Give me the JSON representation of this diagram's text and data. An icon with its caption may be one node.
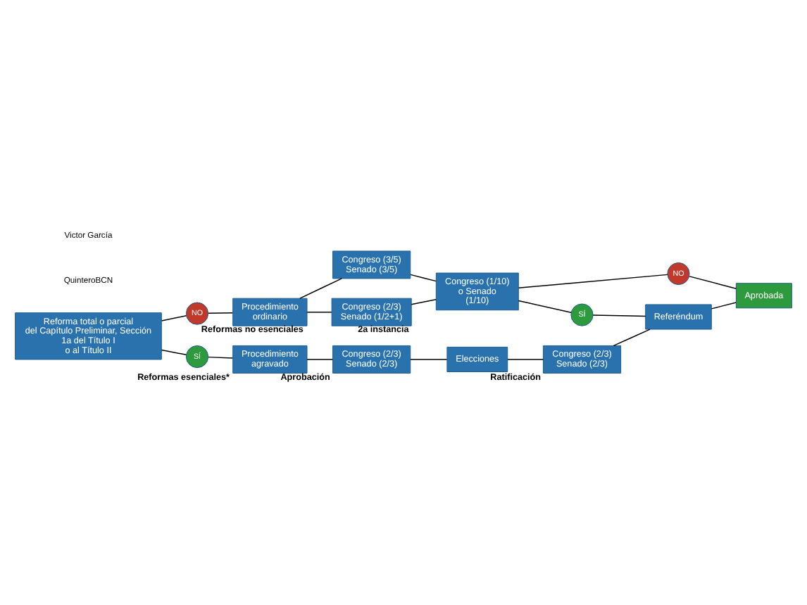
{
  "diagram": {
    "nodes": [
      {
        "text": [
          "Reforma total o parcial del Capítulo Preliminar, Sección 1a del Título I o al Título II"
        ]
      },
      {
        "text": [
          "NO"
        ]
      },
      {
        "text": [
          "SÍ"
        ]
      },
      {
        "text": [
          "Procedimiento ordinario"
        ],
        "beside": [
          "Reformas no esenciales"
        ]
      },
      {
        "text": [
          "Congreso (3/5) Senado (3/5)"
        ]
      },
      {
        "text": [
          "Congreso (2/3) Senado (1/2+1)"
        ],
        "beside": [
          "2a instancia"
        ]
      },
      {
        "text": [
          "Congreso (1/10) o Senado (1/10)"
        ]
      },
      {
        "text": [
          "NO"
        ]
      },
      {
        "text": [
          "SÍ"
        ]
      },
      {
        "text": [
          "Aprobada"
        ]
      },
      {
        "text": [
          "Referéndum"
        ]
      },
      {
        "text": [
          "Congreso (2/3) Senado (2/3)"
        ],
        "beside": [
          "Ratificación"
        ]
      },
      {
        "text": [
          "Elecciones"
        ]
      },
      {
        "text": [
          "Congreso (2/3) Senado (2/3)"
        ],
        "beside": [
          "Aprobación"
        ]
      },
      {
        "text": [
          "Procedimiento agravado"
        ],
        "beside": [
          "Reformas esenciales*"
        ]
      }
    ],
    "edges": [
      {
        "from": 0,
        "to": 1,
        "arrow": "none"
      },
      {
        "from": 0,
        "to": 2,
        "arrow": "none"
      },
      {
        "from": 1,
        "to": 3,
        "arrow": "none"
      },
      {
        "from": 2,
        "to": 14,
        "arrow": "none"
      },
      {
        "from": 3,
        "to": 4,
        "arrow": "none"
      },
      {
        "from": 3,
        "to": 5,
        "arrow": "none"
      },
      {
        "from": 4,
        "to": 6,
        "arrow": "none"
      },
      {
        "from": 5,
        "to": 6,
        "arrow": "none"
      },
      {
        "from": 6,
        "to": 7,
        "arrow": "none"
      },
      {
        "from": 6,
        "to": 8,
        "arrow": "none"
      },
      {
        "from": 7,
        "to": 9,
        "arrow": "none"
      },
      {
        "from": 8,
        "to": 10,
        "arrow": "none"
      },
      {
        "from": 10,
        "to": 9,
        "arrow": "none"
      },
      {
        "from": 14,
        "to": 13,
        "arrow": "none"
      },
      {
        "from": 13,
        "to": 12,
        "arrow": "none"
      },
      {
        "from": 12,
        "to": 11,
        "arrow": "none"
      },
      {
        "from": 11,
        "to": 10,
        "arrow": "none"
      }
    ],
    "labels": [
      "Victor García",
      "QuinteroBCN"
    ]
  }
}
